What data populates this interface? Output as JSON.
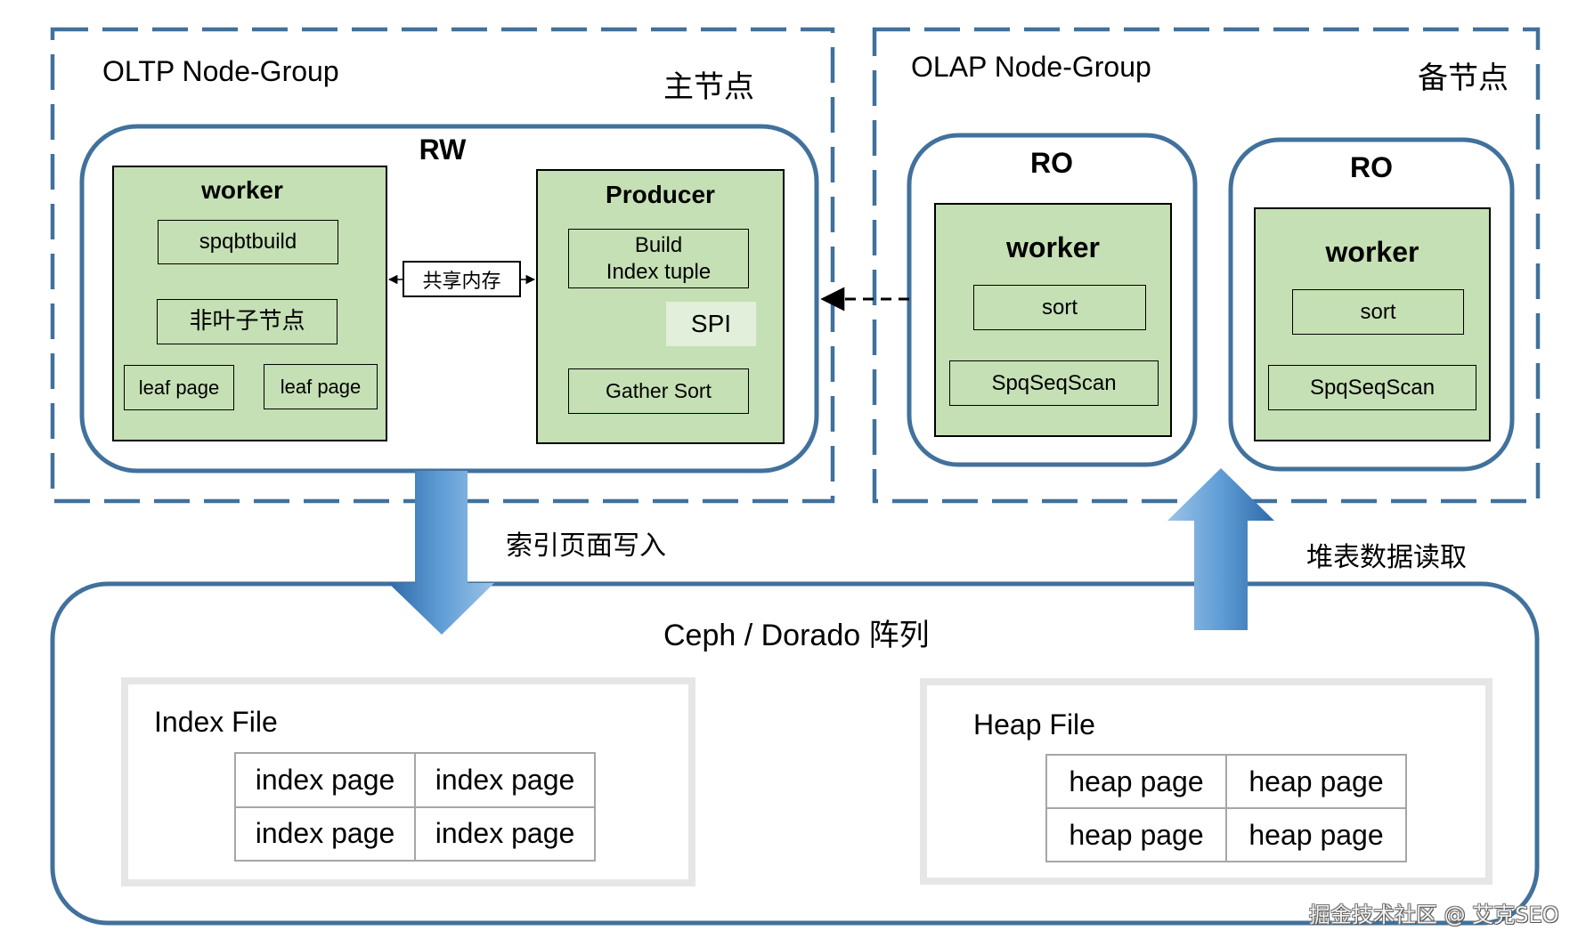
{
  "colors": {
    "frame_blue": "#41719c",
    "node_green": "#c5e0b4",
    "spi_green": "#e2efda",
    "file_border": "#e7e6e6",
    "cell_border": "#a6a6a6"
  },
  "oltp_group": {
    "label": "OLTP Node-Group",
    "role_label": "主节点",
    "rw_node": {
      "title": "RW",
      "worker": {
        "title": "worker",
        "steps": {
          "build": "spqbtbuild",
          "internal": "非叶子节点",
          "leaf_left": "leaf page",
          "leaf_right": "leaf page"
        }
      },
      "shared_memory": "共享内存",
      "producer": {
        "title": "Producer",
        "build_line1": "Build",
        "build_line2": "Index tuple",
        "spi": "SPI",
        "gather_sort": "Gather Sort"
      }
    }
  },
  "olap_group": {
    "label": "OLAP Node-Group",
    "role_label": "备节点",
    "ro_nodes": [
      {
        "title": "RO",
        "worker_title": "worker",
        "sort": "sort",
        "scan": "SpqSeqScan"
      },
      {
        "title": "RO",
        "worker_title": "worker",
        "sort": "sort",
        "scan": "SpqSeqScan"
      }
    ]
  },
  "flows": {
    "write": "索引页面写入",
    "read": "堆表数据读取"
  },
  "storage": {
    "title": "Ceph / Dorado 阵列",
    "index_file": {
      "title": "Index File",
      "pages": [
        [
          "index page",
          "index page"
        ],
        [
          "index page",
          "index page"
        ]
      ]
    },
    "heap_file": {
      "title": "Heap File",
      "pages": [
        [
          "heap page",
          "heap page"
        ],
        [
          "heap page",
          "heap page"
        ]
      ]
    }
  },
  "watermark": "掘金技术社区 @ 艾克SEO"
}
